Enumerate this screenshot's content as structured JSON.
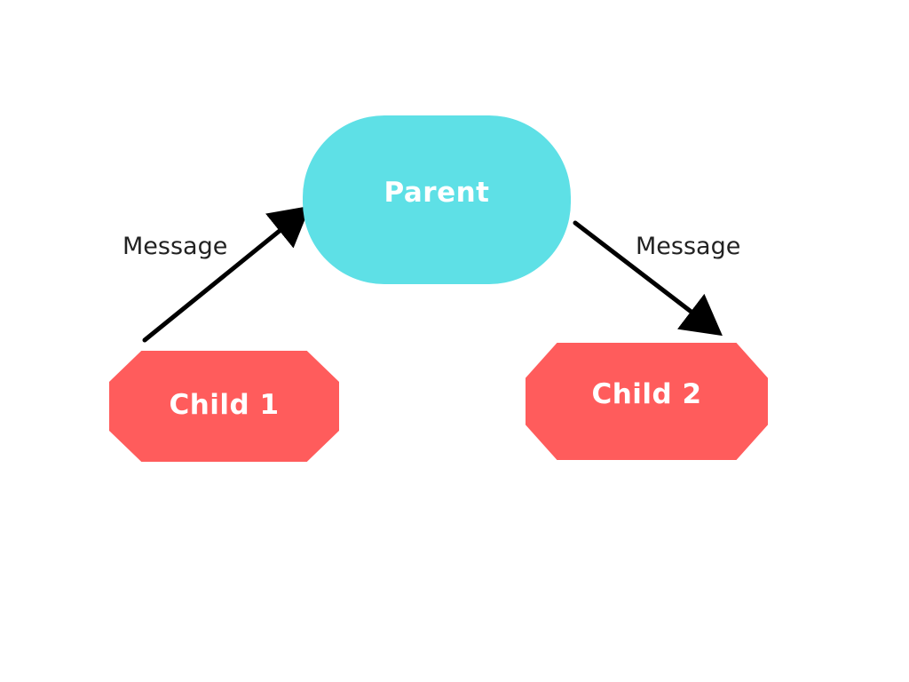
{
  "nodes": {
    "parent": {
      "label": "Parent",
      "color": "#5ee0e6"
    },
    "child1": {
      "label": "Child 1",
      "color": "#ff5c5c"
    },
    "child2": {
      "label": "Child 2",
      "color": "#ff5c5c"
    }
  },
  "edges": [
    {
      "from": "child1",
      "to": "parent",
      "label": "Message"
    },
    {
      "from": "parent",
      "to": "child2",
      "label": "Message"
    }
  ],
  "colors": {
    "background": "#ffffff",
    "node_text": "#ffffff",
    "arrow": "#000000",
    "label_text": "#222222"
  }
}
